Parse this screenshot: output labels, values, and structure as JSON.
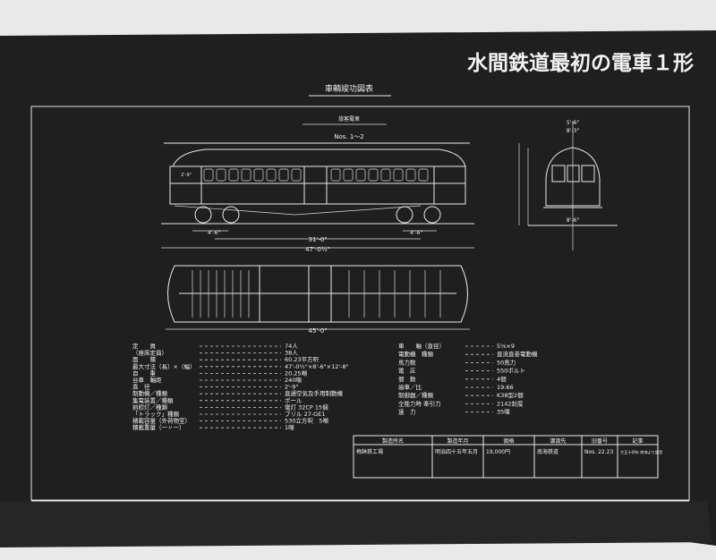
{
  "title": "水間鉄道最初の電車１形",
  "drawing": {
    "header": "車輌竣功図表",
    "subheader": "旅客電車",
    "car_numbers": "Nos. 1～2",
    "dims": {
      "bogie_wheelbase_left": "4'-6\"",
      "bogie_wheelbase_right": "4'-6\"",
      "bogie_centers": "31'-0\"",
      "length_over_couplers": "47'-0½\"",
      "body_length": "45'-0\"",
      "width_top": "5'-6\"",
      "width_body": "8'-3\"",
      "track_width": "8'-6\"",
      "door_width": "2'-9\""
    }
  },
  "specs_left": [
    {
      "label": "定　　員",
      "value": "74人"
    },
    {
      "label": "（座席定員）",
      "value": "38人"
    },
    {
      "label": "面　　積",
      "value": "60.23平方呎"
    },
    {
      "label": "最大寸法（長）×（幅）",
      "value": "47'-0½\"×8'-6\"×12'-8\""
    },
    {
      "label": "自　　重",
      "value": "20.25噸"
    },
    {
      "label": "台車　軸距",
      "value": "240噸"
    },
    {
      "label": "直　径",
      "value": "2'-9\""
    },
    {
      "label": "制動機／種類",
      "value": "直通空気及手用制動機"
    },
    {
      "label": "集電装置／種類",
      "value": "ポール"
    },
    {
      "label": "前照灯／種類",
      "value": "電灯 32CP 15個"
    },
    {
      "label": "「トラック」種類",
      "value": "ブリル 27-GE1"
    },
    {
      "label": "積載容量（外荷物室）",
      "value": "530立方呎　5噸"
    },
    {
      "label": "積載重量（一〃一）",
      "value": "1噸"
    }
  ],
  "specs_right": [
    {
      "label": "車　　軸（直径）",
      "value": "5⅝×9"
    },
    {
      "label": "電動機　種類",
      "value": "直流直巻電動機"
    },
    {
      "label": "馬力数",
      "value": "50馬力"
    },
    {
      "label": "電　圧",
      "value": "550ボルト"
    },
    {
      "label": "個　数",
      "value": "4個"
    },
    {
      "label": "歯車／比",
      "value": "19:66"
    },
    {
      "label": "制御器／種類",
      "value": "K38型2個"
    },
    {
      "label": "全能力時 牽引力",
      "value": "2142封度"
    },
    {
      "label": "速　力",
      "value": "35哩"
    }
  ],
  "record_table": {
    "headers": [
      "製造所名",
      "製造年月",
      "価格",
      "譲渡先",
      "旧番号",
      "記事"
    ],
    "row": [
      "梅鉢鉄工場",
      "明治四十五年五月",
      "19,000円",
      "南海鉄道",
      "Nos. 22.23",
      "大正十四年 南海より譲受"
    ]
  }
}
